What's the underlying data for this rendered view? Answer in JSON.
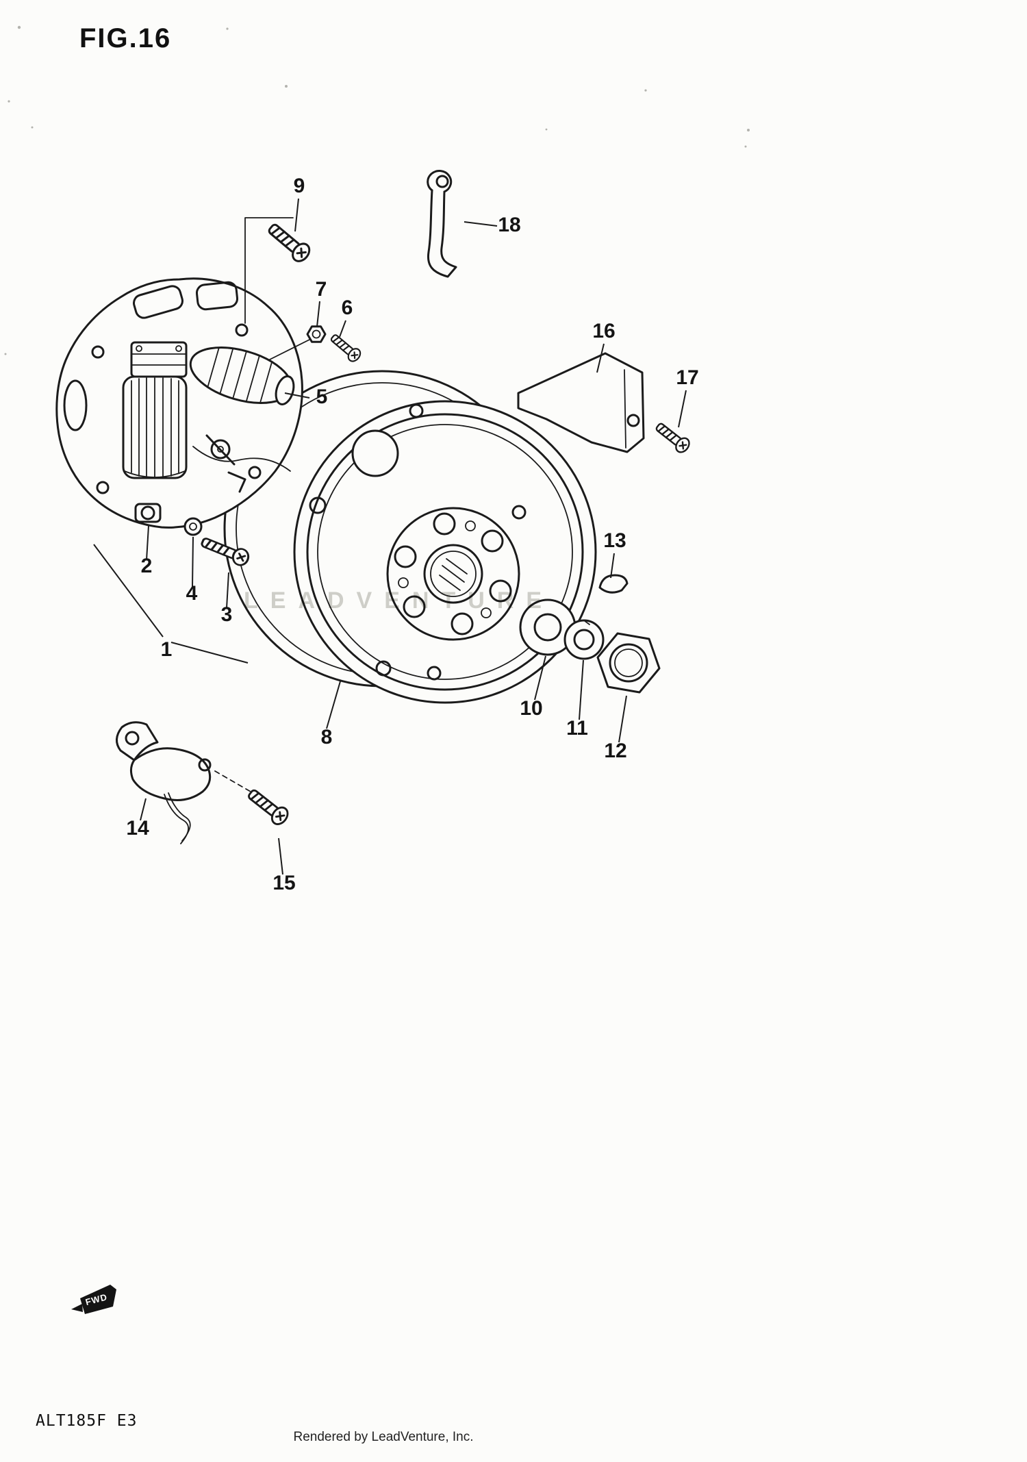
{
  "figure": {
    "title": "FIG.16"
  },
  "parts": [
    {
      "number": "1"
    },
    {
      "number": "2"
    },
    {
      "number": "3"
    },
    {
      "number": "4"
    },
    {
      "number": "5"
    },
    {
      "number": "6"
    },
    {
      "number": "7"
    },
    {
      "number": "8"
    },
    {
      "number": "9"
    },
    {
      "number": "10"
    },
    {
      "number": "11"
    },
    {
      "number": "12"
    },
    {
      "number": "13"
    },
    {
      "number": "14"
    },
    {
      "number": "15"
    },
    {
      "number": "16"
    },
    {
      "number": "17"
    },
    {
      "number": "18"
    }
  ],
  "watermark": {
    "text": "LEADVENTURE"
  },
  "fwd_label": "FWD",
  "footer": {
    "model_code": "ALT185F E3",
    "credit": "Rendered by LeadVenture, Inc."
  },
  "colors": {
    "ink": "#1b1b1b",
    "paper": "#fcfcfa",
    "watermark": "#c9c9c3"
  }
}
